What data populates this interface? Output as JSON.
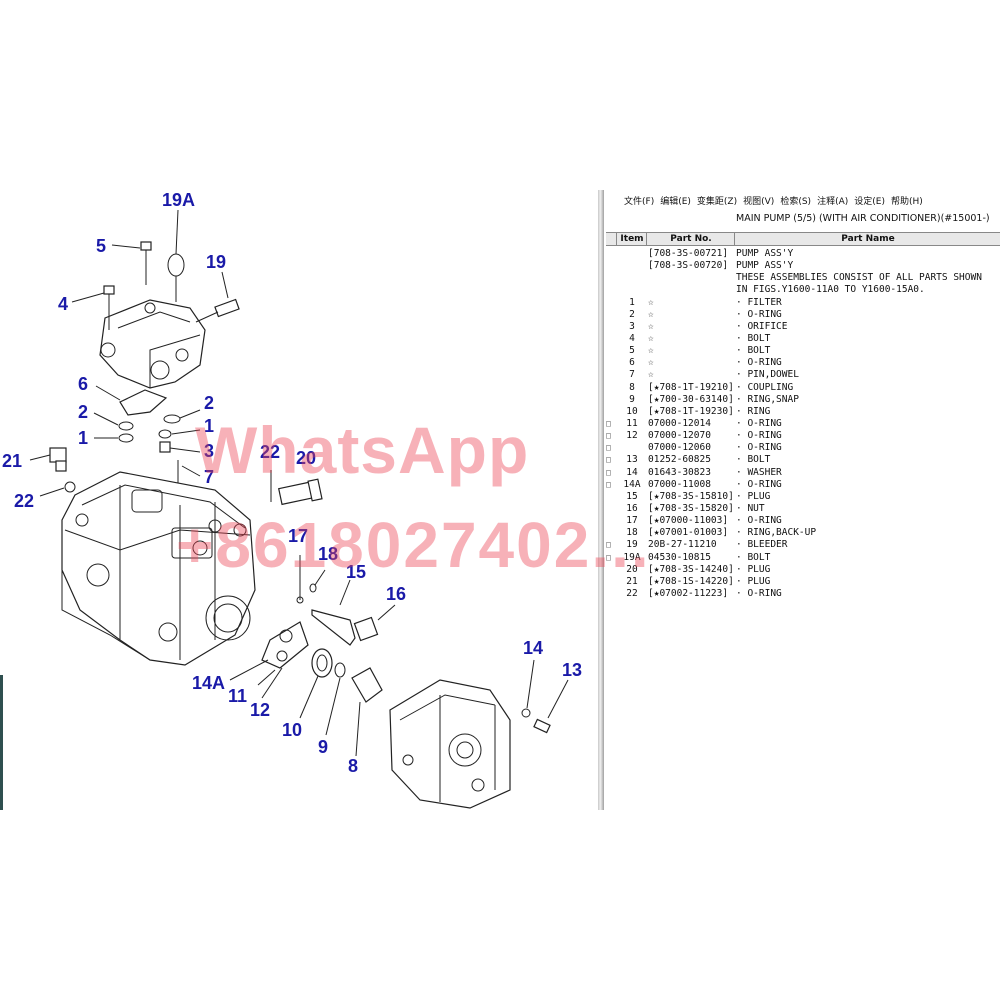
{
  "menu": [
    "文件(F)",
    "编辑(E)",
    "变集距(Z)",
    "视图(V)",
    "检索(S)",
    "注释(A)",
    "设定(E)",
    "帮助(H)"
  ],
  "group_title": "MAIN PUMP (5/5) (WITH AIR CONDITIONER)(#15001-)",
  "table": {
    "headers": {
      "item": "Item",
      "part_no": "Part No.",
      "part_name": "Part Name"
    },
    "rows": [
      {
        "box": "",
        "item": "",
        "part_no": "[708-3S-00721]",
        "part_name": "PUMP ASS'Y"
      },
      {
        "box": "",
        "item": "",
        "part_no": "[708-3S-00720]",
        "part_name": "PUMP ASS'Y"
      },
      {
        "box": "",
        "item": "",
        "part_no": "",
        "part_name": "THESE ASSEMBLIES CONSIST OF ALL PARTS SHOWN"
      },
      {
        "box": "",
        "item": "",
        "part_no": "",
        "part_name": "IN FIGS.Y1600-11A0 TO Y1600-15A0."
      },
      {
        "box": "",
        "item": "1",
        "part_no": "☆",
        "part_name": "· FILTER"
      },
      {
        "box": "",
        "item": "2",
        "part_no": "☆",
        "part_name": "· O-RING"
      },
      {
        "box": "",
        "item": "3",
        "part_no": "☆",
        "part_name": "· ORIFICE"
      },
      {
        "box": "",
        "item": "4",
        "part_no": "☆",
        "part_name": "· BOLT"
      },
      {
        "box": "",
        "item": "5",
        "part_no": "☆",
        "part_name": "· BOLT"
      },
      {
        "box": "",
        "item": "6",
        "part_no": "☆",
        "part_name": "· O-RING"
      },
      {
        "box": "",
        "item": "7",
        "part_no": "☆",
        "part_name": "· PIN,DOWEL"
      },
      {
        "box": "",
        "item": "8",
        "part_no": "[★708-1T-19210]",
        "part_name": "· COUPLING"
      },
      {
        "box": "",
        "item": "9",
        "part_no": "[★700-30-63140]",
        "part_name": "· RING,SNAP"
      },
      {
        "box": "",
        "item": "10",
        "part_no": "[★708-1T-19230]",
        "part_name": "· RING"
      },
      {
        "box": "□",
        "item": "11",
        "part_no": "07000-12014",
        "part_name": "· O-RING"
      },
      {
        "box": "□",
        "item": "12",
        "part_no": "07000-12070",
        "part_name": "· O-RING"
      },
      {
        "box": "□",
        "item": "",
        "part_no": "07000-12060",
        "part_name": "· O-RING"
      },
      {
        "box": "□",
        "item": "13",
        "part_no": "01252-60825",
        "part_name": "· BOLT"
      },
      {
        "box": "□",
        "item": "14",
        "part_no": "01643-30823",
        "part_name": "· WASHER"
      },
      {
        "box": "□",
        "item": "14A",
        "part_no": "07000-11008",
        "part_name": "· O-RING"
      },
      {
        "box": "",
        "item": "15",
        "part_no": "[★708-3S-15810]",
        "part_name": "· PLUG"
      },
      {
        "box": "",
        "item": "16",
        "part_no": "[★708-3S-15820]",
        "part_name": "· NUT"
      },
      {
        "box": "",
        "item": "17",
        "part_no": "[★07000-11003]",
        "part_name": "· O-RING"
      },
      {
        "box": "",
        "item": "18",
        "part_no": "[★07001-01003]",
        "part_name": "· RING,BACK-UP"
      },
      {
        "box": "□",
        "item": "19",
        "part_no": "20B-27-11210",
        "part_name": "· BLEEDER"
      },
      {
        "box": "□",
        "item": "19A",
        "part_no": "04530-10815",
        "part_name": "· BOLT"
      },
      {
        "box": "",
        "item": "20",
        "part_no": "[★708-3S-14240]",
        "part_name": "· PLUG"
      },
      {
        "box": "",
        "item": "21",
        "part_no": "[★708-1S-14220]",
        "part_name": "· PLUG"
      },
      {
        "box": "",
        "item": "22",
        "part_no": "[★07002-11223]",
        "part_name": "· O-RING"
      }
    ]
  },
  "diagram": {
    "callouts": {
      "c19A": "19A",
      "c5": "5",
      "c19": "19",
      "c4": "4",
      "c6": "6",
      "c2a": "2",
      "c2b": "2",
      "c1a": "1",
      "c1b": "1",
      "c3": "3",
      "c7": "7",
      "c21": "21",
      "c22a": "22",
      "c22b": "22",
      "c20": "20",
      "c17": "17",
      "c18": "18",
      "c15": "15",
      "c16": "16",
      "c14A": "14A",
      "c11": "11",
      "c12": "12",
      "c10": "10",
      "c9": "9",
      "c8": "8",
      "c14": "14",
      "c13": "13"
    }
  },
  "watermark": {
    "line1": "WhatsApp",
    "line2": "+8618027402..."
  },
  "colors": {
    "callout": "#1a1aa8",
    "watermark": "#eb4655",
    "header_bg": "#e8e8e8"
  }
}
